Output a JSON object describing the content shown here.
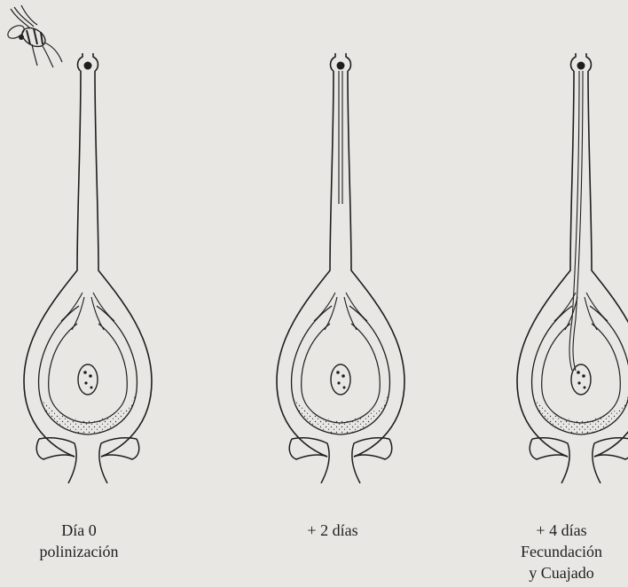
{
  "figure": {
    "stages": [
      {
        "line1": "Día 0",
        "line2": "polinización",
        "line3": ""
      },
      {
        "line1": "+ 2 días",
        "line2": "",
        "line3": ""
      },
      {
        "line1": "+ 4 días",
        "line2": "Fecundación",
        "line3": "y Cuajado"
      }
    ],
    "pollinator_icon": "bee-icon",
    "colors": {
      "background": "#e9e7e4",
      "ink": "#1e1e1e"
    }
  }
}
